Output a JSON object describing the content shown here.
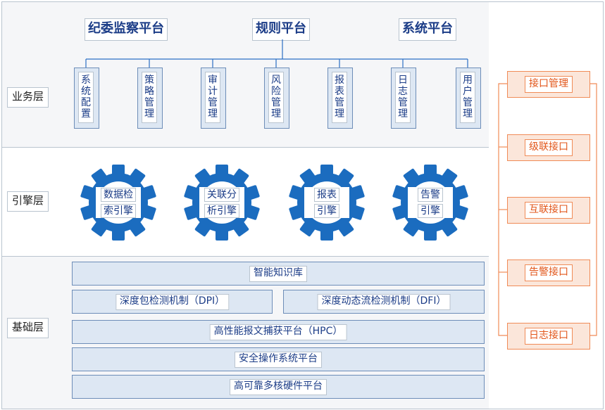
{
  "layers": {
    "business": "业务层",
    "engine": "引擎层",
    "foundation": "基础层"
  },
  "platforms": [
    "纪委监察平台",
    "规则平台",
    "系统平台"
  ],
  "modules": [
    "系统配置",
    "策略管理",
    "审计管理",
    "风险管理",
    "报表管理",
    "日志管理",
    "用户管理"
  ],
  "engines": [
    {
      "line1": "数据检",
      "line2": "索引擎"
    },
    {
      "line1": "关联分",
      "line2": "析引擎"
    },
    {
      "line1": "报表",
      "line2": "引擎"
    },
    {
      "line1": "告警",
      "line2": "引擎"
    }
  ],
  "foundation": {
    "knowledge_base": "智能知识库",
    "dpi": "深度包检测机制（DPI）",
    "dfi": "深度动态流检测机制（DFI）",
    "hpc": "高性能报文捕获平台（HPC）",
    "os": "安全操作系统平台",
    "hardware": "高可靠多核硬件平台"
  },
  "interfaces": [
    "接口管理",
    "级联接口",
    "互联接口",
    "告警接口",
    "日志接口"
  ],
  "colors": {
    "primary_blue": "#1b6cbf",
    "text_navy": "#1b3c87",
    "box_fill": "#dde7f3",
    "box_border": "#6d8db8",
    "band_gray": "#f5f6f8",
    "border_gray": "#b9c4cf",
    "orange": "#e2561a",
    "orange_border": "#f08b57",
    "orange_fill": "#fbe6da"
  }
}
